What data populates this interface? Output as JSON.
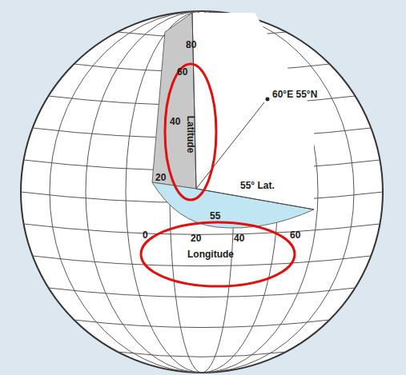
{
  "diagram": {
    "labels": [
      "80",
      "60",
      "40",
      "Latitude",
      "20",
      "60°E 55°N",
      "55° Lat.",
      "55",
      "0",
      "20",
      "40",
      "60",
      "Longitude"
    ]
  }
}
